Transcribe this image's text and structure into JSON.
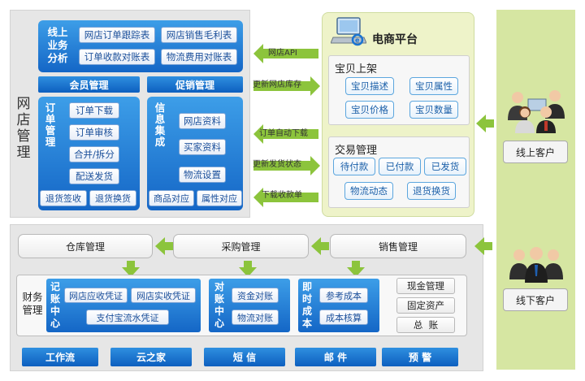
{
  "online_analysis": {
    "title_lines": [
      "线上",
      "业务",
      "分析"
    ],
    "buttons": [
      "网店订单跟踪表",
      "网店销售毛利表",
      "订单收款对账表",
      "物流费用对账表"
    ]
  },
  "store": {
    "title_lines": [
      "网",
      "店",
      "管",
      "理"
    ],
    "member_label": "会员管理",
    "promo_label": "促销管理",
    "order_title": [
      "订",
      "单",
      "管",
      "理"
    ],
    "order_buttons": [
      "订单下载",
      "订单审核",
      "合并/拆分",
      "配送发货"
    ],
    "order_bottom": [
      "退货签收",
      "退货换货"
    ],
    "info_title": [
      "信",
      "息",
      "集",
      "成"
    ],
    "info_buttons": [
      "网店资料",
      "买家资料",
      "物流设置"
    ],
    "info_bottom": [
      "商品对应",
      "属性对应"
    ]
  },
  "flows": [
    "网店API",
    "更新网店库存",
    "订单自动下载",
    "更新发货状态",
    "下载收款单"
  ],
  "platform": {
    "title": "电商平台",
    "listing_title": "宝贝上架",
    "listing_buttons": [
      "宝贝描述",
      "宝贝属性",
      "宝贝价格",
      "宝贝数量"
    ],
    "trade_title": "交易管理",
    "trade_buttons": [
      "待付款",
      "已付款",
      "已发货",
      "物流动态",
      "退货换货"
    ]
  },
  "customers": {
    "online": "线上客户",
    "offline": "线下客户"
  },
  "offline": {
    "warehouse": "仓库管理",
    "purchase": "采购管理",
    "sales": "销售管理",
    "finance_title": [
      "财务",
      "管理"
    ],
    "accounting_title": [
      "记",
      "账",
      "中",
      "心"
    ],
    "accounting_buttons": [
      "网店应收凭证",
      "网店实收凭证",
      "支付宝流水凭证"
    ],
    "reconcile_title": [
      "对",
      "账",
      "中",
      "心"
    ],
    "reconcile_buttons": [
      "资金对账",
      "物流对账"
    ],
    "cost_title": [
      "即",
      "时",
      "成",
      "本"
    ],
    "cost_buttons": [
      "参考成本",
      "成本核算"
    ],
    "side_buttons": [
      "现金管理",
      "固定资产",
      "总  账"
    ]
  },
  "bottom_bar": [
    "工作流",
    "云之家",
    "短 信",
    "邮 件",
    "预 警"
  ],
  "colors": {
    "blue": "#1466c6",
    "green_arrow": "#8cc43c",
    "green_panel": "#eef3c9",
    "gray_panel": "#e6e6e6"
  }
}
